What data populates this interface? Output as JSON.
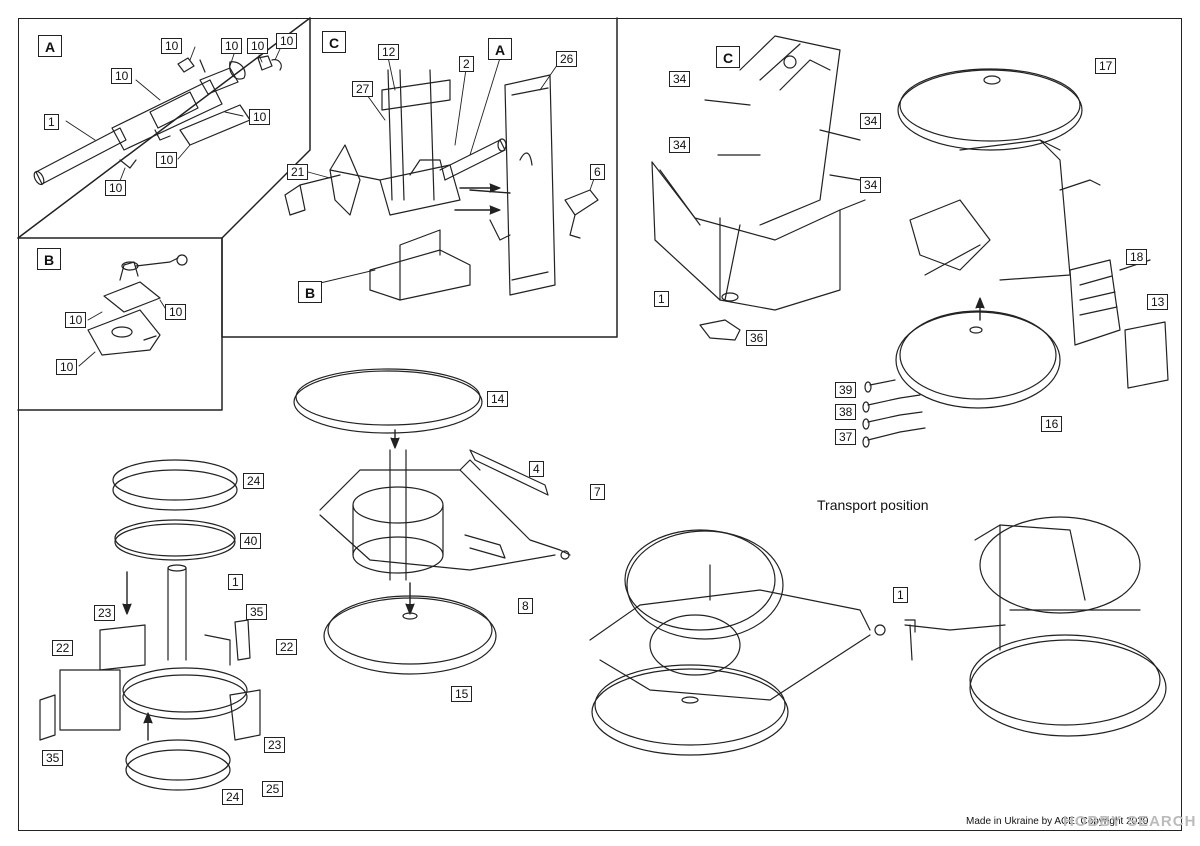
{
  "sections": {
    "a": "A",
    "b": "B",
    "c": "C"
  },
  "captions": {
    "transport": "Transport position",
    "footer": "Made in Ukraine by ACE. Copyright 2020",
    "watermark": "HOBBY SEARCH"
  },
  "parts": {
    "p1": "1",
    "p2": "2",
    "p4": "4",
    "p6": "6",
    "p7": "7",
    "p8": "8",
    "p10": "10",
    "p12": "12",
    "p13": "13",
    "p14": "14",
    "p15": "15",
    "p16": "16",
    "p17": "17",
    "p18": "18",
    "p21": "21",
    "p22": "22",
    "p23": "23",
    "p24": "24",
    "p25": "25",
    "p26": "26",
    "p27": "27",
    "p34": "34",
    "p35": "35",
    "p36": "36",
    "p37": "37",
    "p38": "38",
    "p39": "39",
    "p40": "40"
  }
}
